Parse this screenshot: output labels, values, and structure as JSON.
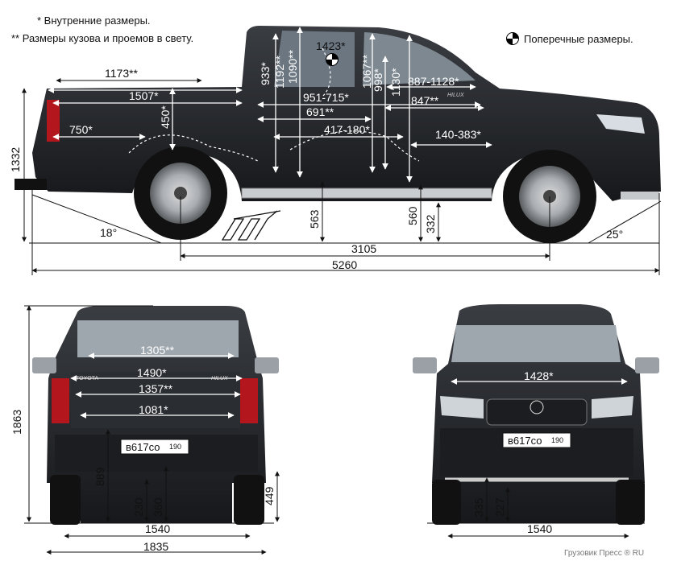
{
  "legend": {
    "internal": "* Внутренние размеры.",
    "body_openings": "** Размеры кузова и проемов в свету.",
    "cross": "Поперечные размеры."
  },
  "side_view": {
    "bed_length": "1173**",
    "bed_inner_length": "1507*",
    "bed_height": "450*",
    "bed_wheel": "750*",
    "height": "1332",
    "cab_h1": "933*",
    "cab_h2": "1192**",
    "cab_h3": "1090**",
    "cab_width": "1423*",
    "front_h1": "1067**",
    "front_h2": "998*",
    "front_h3": "1130*",
    "front_legroom": "887-1128*",
    "rear_legroom": "951-715*",
    "front_door": "847**",
    "rear_door": "691**",
    "rear_seat": "417-180*",
    "front_seat": "140-383*",
    "clearance": "563",
    "sill": "560",
    "ground": "332",
    "dep_angle": "18°",
    "app_angle": "25°",
    "wheelbase": "3105",
    "length": "5260",
    "hilux_badge": "HILUX"
  },
  "rear_view": {
    "width_1305": "1305**",
    "width_1490": "1490*",
    "width_1357": "1357**",
    "width_1081": "1081*",
    "height": "1863",
    "tailgate_h": "889",
    "axle_230": "230",
    "axle_360": "360",
    "axle_449": "449",
    "track": "1540",
    "width": "1835",
    "plate": "в617со",
    "plate_region": "190",
    "brand": "TOYOTA",
    "badge": "HILUX"
  },
  "front_view": {
    "width_1428": "1428*",
    "axle_335": "335",
    "axle_227": "227",
    "track": "1540",
    "plate": "в617со",
    "plate_region": "190"
  },
  "credit": "Грузовик Пресс",
  "credit_ru": "® RU"
}
